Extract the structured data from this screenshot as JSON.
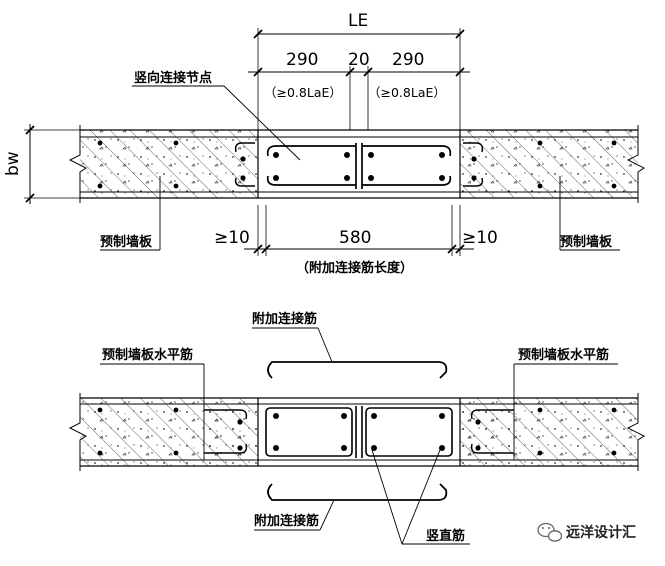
{
  "dimensions": {
    "le_label": "LE",
    "top_left": "290",
    "top_mid": "20",
    "top_right": "290",
    "sub_left": "（≥0.8LaE）",
    "sub_right": "（≥0.8LaE）",
    "thickness": "bw",
    "gap_left": "≥10",
    "bottom_len": "580",
    "gap_right": "≥10",
    "bottom_note": "（附加连接筋长度）"
  },
  "labels": {
    "vertical_joint": "竖向连接节点",
    "precast_left": "预制墙板",
    "precast_right": "预制墙板",
    "horiz_bar_left": "预制墙板水平筋",
    "horiz_bar_right": "预制墙板水平筋",
    "extra_bar_top": "附加连接筋",
    "extra_bar_bottom": "附加连接筋",
    "vertical_bar": "竖直筋"
  },
  "watermark": {
    "text": "远洋设计汇",
    "icon": "wechat-icon"
  },
  "colors": {
    "line": "#000000",
    "hatch": "#444444",
    "background": "#ffffff"
  }
}
